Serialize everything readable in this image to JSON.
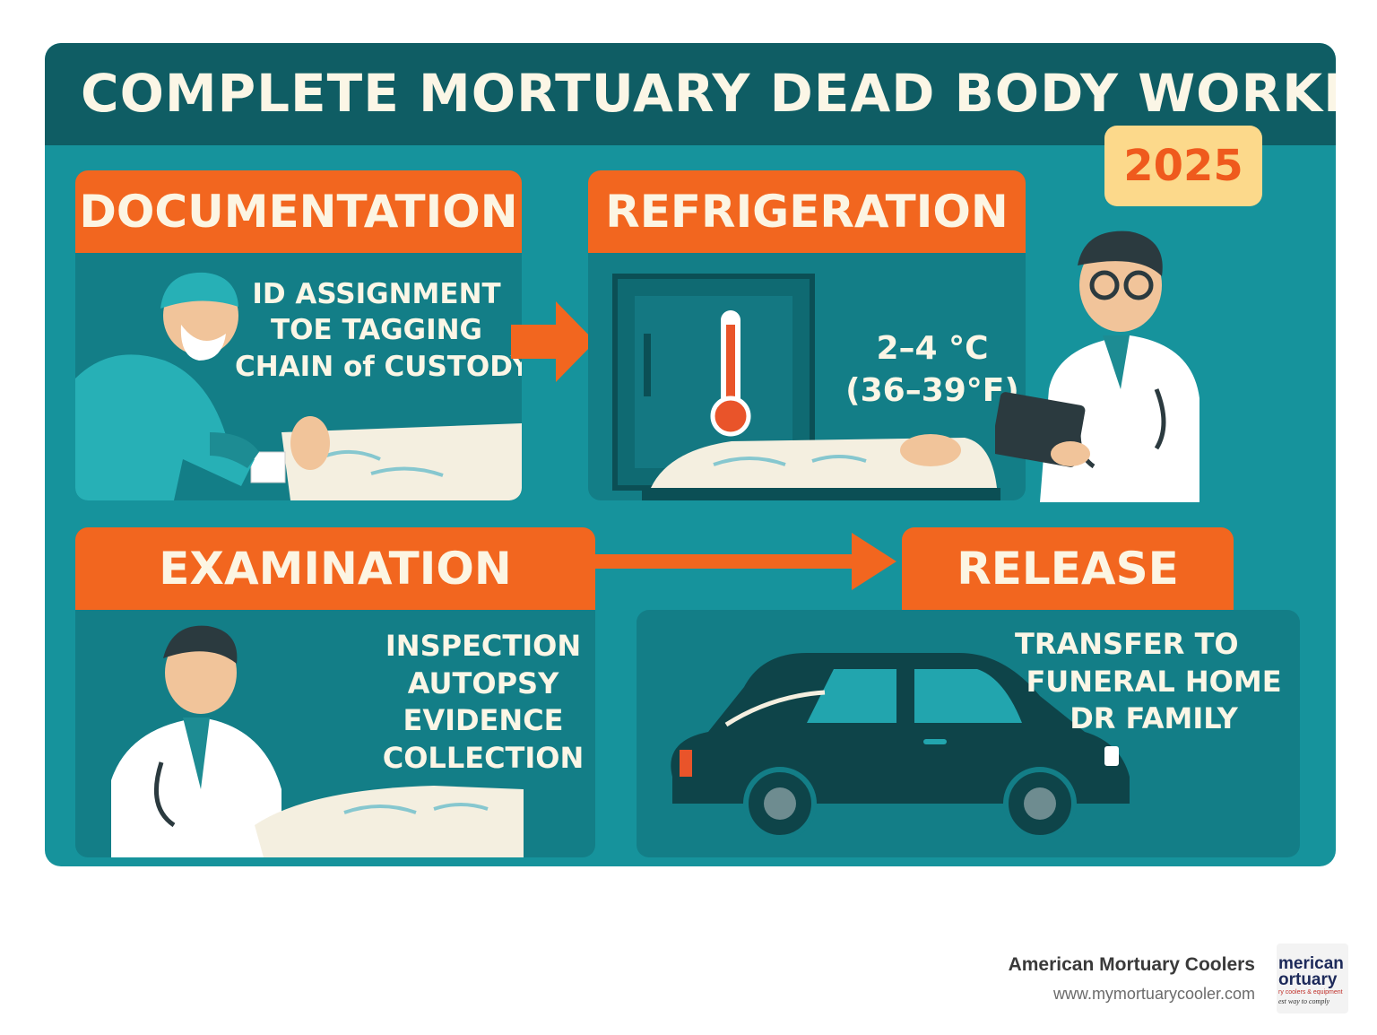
{
  "title": "COMPLETE MORTUARY DEAD BODY WORKFLOW",
  "year_badge": "2025",
  "steps": [
    {
      "heading": "DOCUMENTATION",
      "lines": [
        "ID ASSIGNMENT",
        "TOE TAGGING",
        "CHAIN of CUSTODY"
      ]
    },
    {
      "heading": "REFRIGERATION",
      "lines": [
        "2–4 °C",
        "(36–39°F)"
      ]
    },
    {
      "heading": "EXAMINATION",
      "lines": [
        "INSPECTION",
        "AUTOPSY",
        "EVIDENCE",
        "COLLECTION"
      ]
    },
    {
      "heading": "RELEASE",
      "lines": [
        "TRANSFER TO",
        "FUNERAL HOME",
        "DR FAMILY"
      ]
    }
  ],
  "footer": {
    "company": "American Mortuary Coolers",
    "url": "www.mymortuarycooler.com"
  },
  "logo": {
    "line1": "merican",
    "line2": "ortuary",
    "line3": "ry coolers & equipment",
    "line4": "est way to comply"
  },
  "colors": {
    "background": "#16939c",
    "title_bar": "#0f5d64",
    "accent": "#f2661f",
    "badge": "#fcd98b",
    "text_light": "#fbf6e6"
  },
  "icons": [
    "thermometer-icon",
    "arrow-right-icon",
    "hearse-icon",
    "doctor-icon",
    "body-on-table-icon"
  ]
}
